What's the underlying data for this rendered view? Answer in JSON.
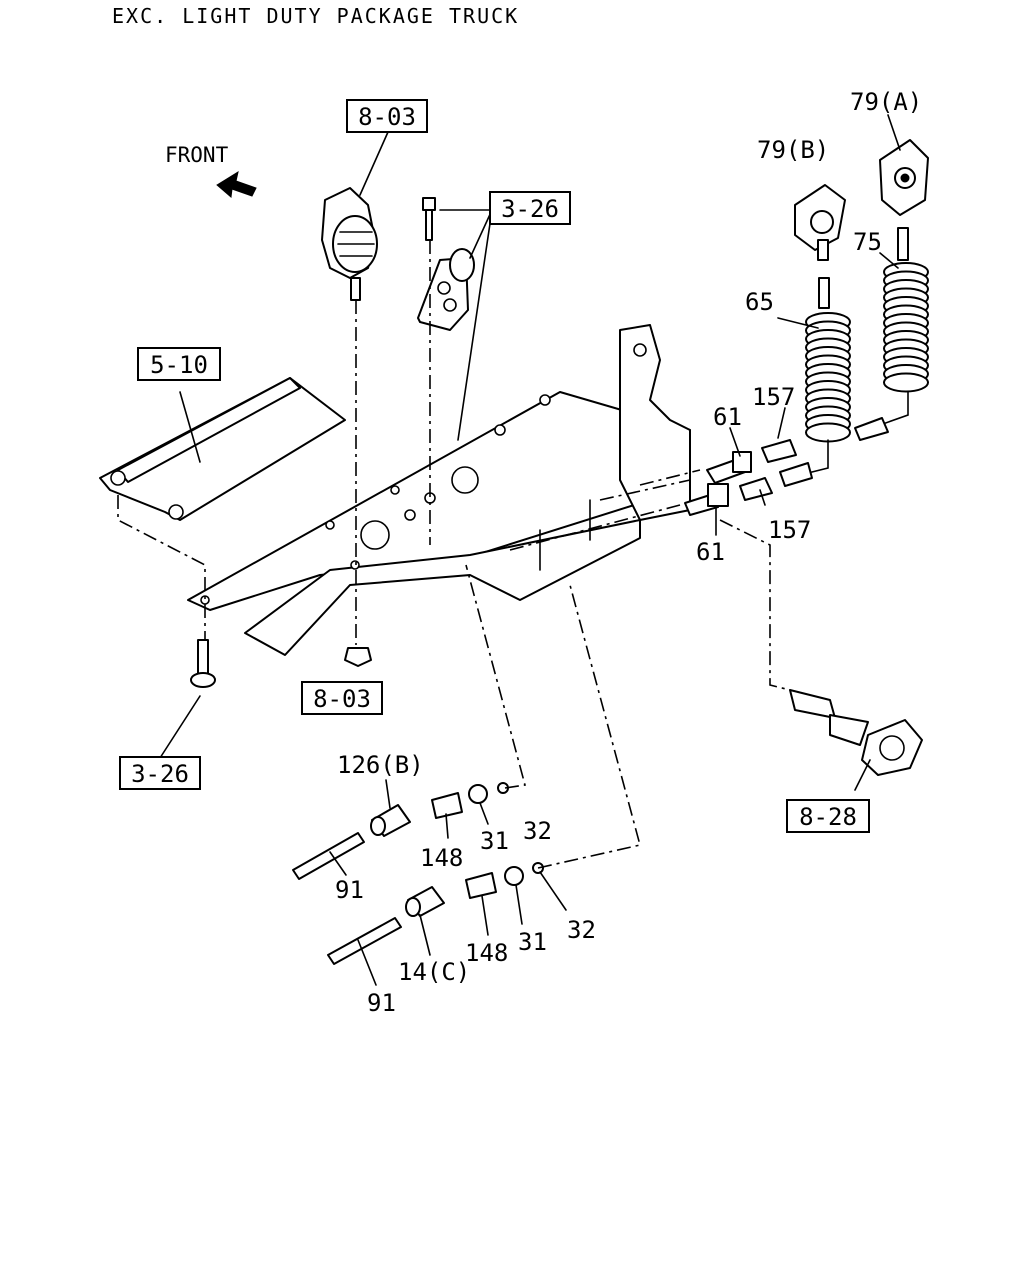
{
  "title": "EXC. LIGHT DUTY PACKAGE TRUCK",
  "direction_label": "FRONT",
  "labels": {
    "ref_8_03_top": "8-03",
    "ref_3_26_top": "3-26",
    "ref_5_10": "5-10",
    "ref_8_03_bottom": "8-03",
    "ref_3_26_bottom": "3-26",
    "ref_8_28": "8-28",
    "p79a": "79(A)",
    "p79b": "79(B)",
    "p75": "75",
    "p65": "65",
    "p157_top": "157",
    "p157_bottom": "157",
    "p61_top": "61",
    "p61_bottom": "61",
    "p126b": "126(B)",
    "p148_top": "148",
    "p31_top": "31",
    "p32_top": "32",
    "p91_top": "91",
    "p14c": "14(C)",
    "p148_bottom": "148",
    "p31_bottom": "31",
    "p32_bottom": "32",
    "p91_bottom": "91"
  }
}
